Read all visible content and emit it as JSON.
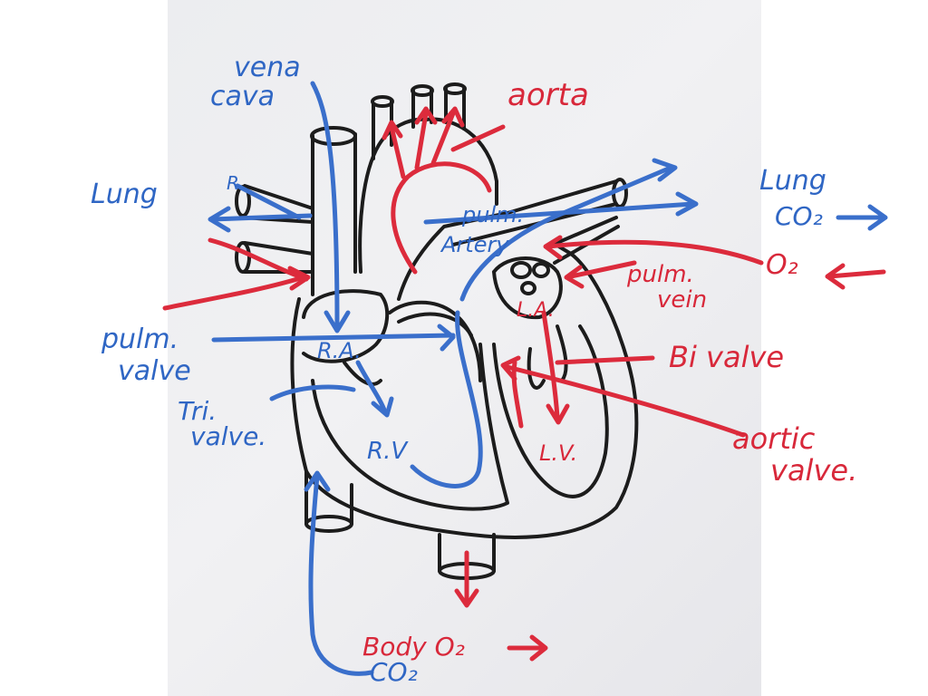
{
  "labels": {
    "vena_cava_line1": "vena",
    "vena_cava_line2": "cava",
    "aorta": "aorta",
    "lung_left": "Lung",
    "r_mark": "R",
    "lung_right": "Lung",
    "co2_right": "CO₂",
    "o2_right": "O₂",
    "pulm_artery_line1": "pulm.",
    "pulm_artery_line2": "Artery",
    "pulm_vein_line1": "pulm.",
    "pulm_vein_line2": "vein",
    "pulm_valve_line1": "pulm.",
    "pulm_valve_line2": "valve",
    "ra": "R.A.",
    "la": "L.A.",
    "bi_valve": "Bi valve",
    "tri_valve_line1": "Tri.",
    "tri_valve_line2": "valve.",
    "rv": "R.V",
    "lv": "L.V.",
    "aortic_valve_line1": "aortic",
    "aortic_valve_line2": "valve.",
    "body_o2": "Body O₂",
    "body_co2": "CO₂"
  },
  "colors": {
    "deoxygenated_ink": "#2f66c4",
    "oxygenated_ink": "#d8283a",
    "outline_ink": "#1c1c1c",
    "paper": "#eeeef1"
  }
}
